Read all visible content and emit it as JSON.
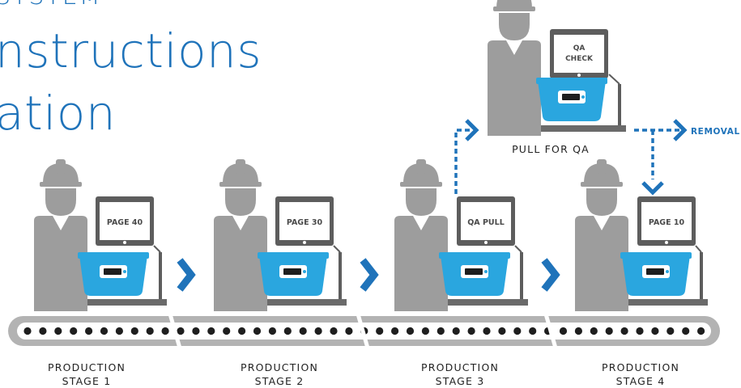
{
  "heading": {
    "top_fragment": "SYSTEM",
    "line1": "nstructions",
    "line2": "ation"
  },
  "stations": [
    {
      "screen": "PAGE 40",
      "label_line1": "PRODUCTION",
      "label_line2": "STAGE 1"
    },
    {
      "screen": "PAGE 30",
      "label_line1": "PRODUCTION",
      "label_line2": "STAGE 2"
    },
    {
      "screen": "QA PULL",
      "label_line1": "PRODUCTION",
      "label_line2": "STAGE 3"
    },
    {
      "screen": "PAGE 10",
      "label_line1": "PRODUCTION",
      "label_line2": "STAGE 4"
    }
  ],
  "qa_station": {
    "screen_line1": "QA",
    "screen_line2": "CHECK",
    "label": "PULL FOR QA",
    "removal_label": "REMOVAL"
  },
  "colors": {
    "accent_blue": "#1f73ba",
    "bin_blue": "#2aa6df",
    "worker_gray": "#9d9d9d",
    "dark_gray": "#5d5d5d",
    "conveyor_gray": "#b3b3b3"
  },
  "icons": [
    "hard-hat-worker-icon",
    "monitor-icon",
    "bin-icon",
    "chevron-right-icon",
    "dashed-arrow-icon",
    "conveyor-belt-icon"
  ]
}
